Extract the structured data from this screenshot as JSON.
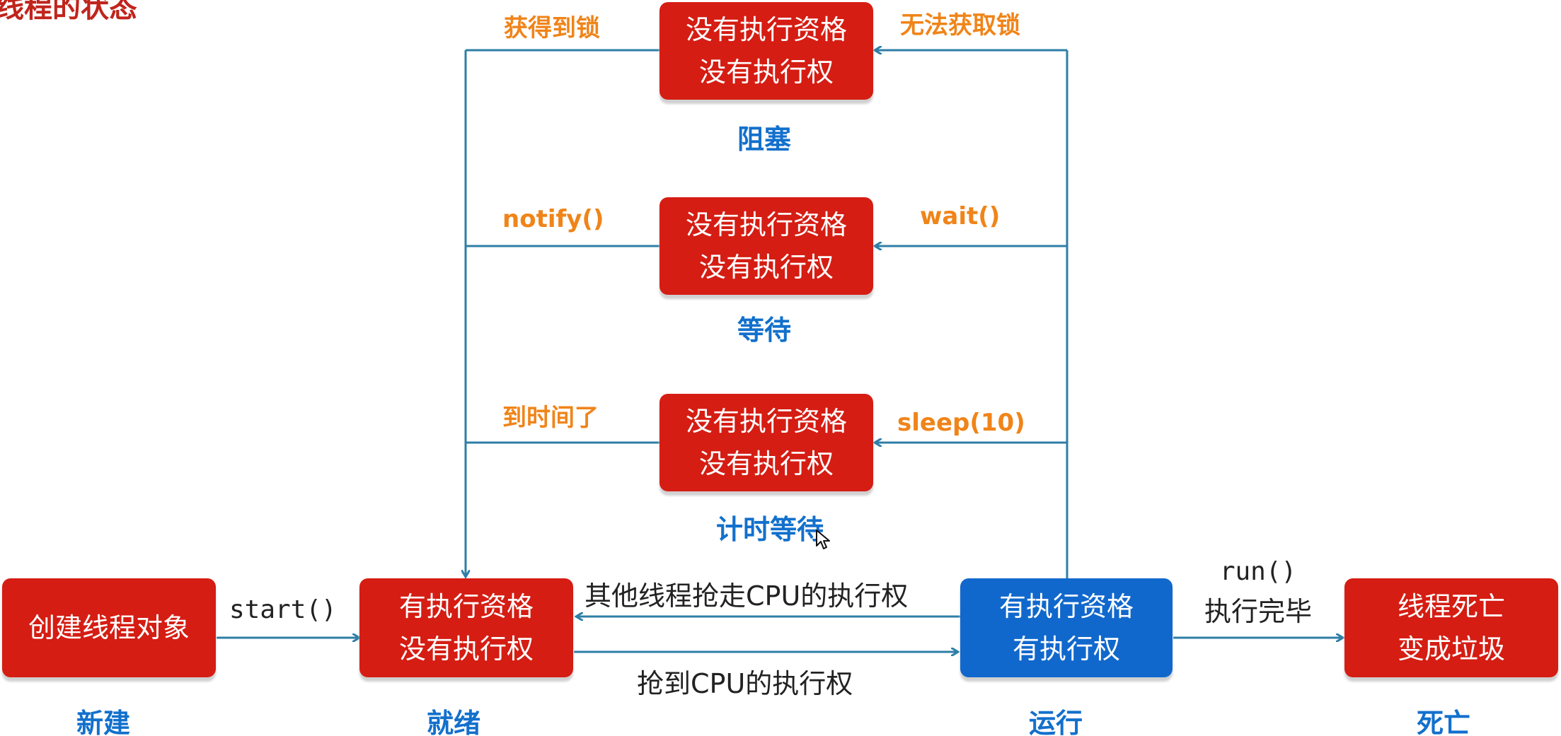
{
  "title": "线程的状态",
  "colors": {
    "box_red": "#d51d13",
    "box_blue": "#1168cc",
    "state_label": "#1270cc",
    "transition_label": "#f08419",
    "arrow": "#2e7ea6",
    "title": "#c0241c"
  },
  "states": {
    "new": {
      "lines": [
        "创建线程对象"
      ],
      "label": "新建"
    },
    "ready": {
      "lines": [
        "有执行资格",
        "没有执行权"
      ],
      "label": "就绪"
    },
    "running": {
      "lines": [
        "有执行资格",
        "有执行权"
      ],
      "label": "运行"
    },
    "dead": {
      "lines": [
        "线程死亡",
        "变成垃圾"
      ],
      "label": "死亡"
    },
    "blocked": {
      "lines": [
        "没有执行资格",
        "没有执行权"
      ],
      "label": "阻塞"
    },
    "waiting": {
      "lines": [
        "没有执行资格",
        "没有执行权"
      ],
      "label": "等待"
    },
    "timed_waiting": {
      "lines": [
        "没有执行资格",
        "没有执行权"
      ],
      "label": "计时等待"
    }
  },
  "transitions": {
    "start": "start()",
    "preempted": "其他线程抢走CPU的执行权",
    "got_cpu": "抢到CPU的执行权",
    "run_method": "run()",
    "run_finished": "执行完毕",
    "acquire_lock": "获得到锁",
    "lock_failed": "无法获取锁",
    "notify": "notify()",
    "wait": "wait()",
    "time_up": "到时间了",
    "sleep": "sleep(10)"
  }
}
